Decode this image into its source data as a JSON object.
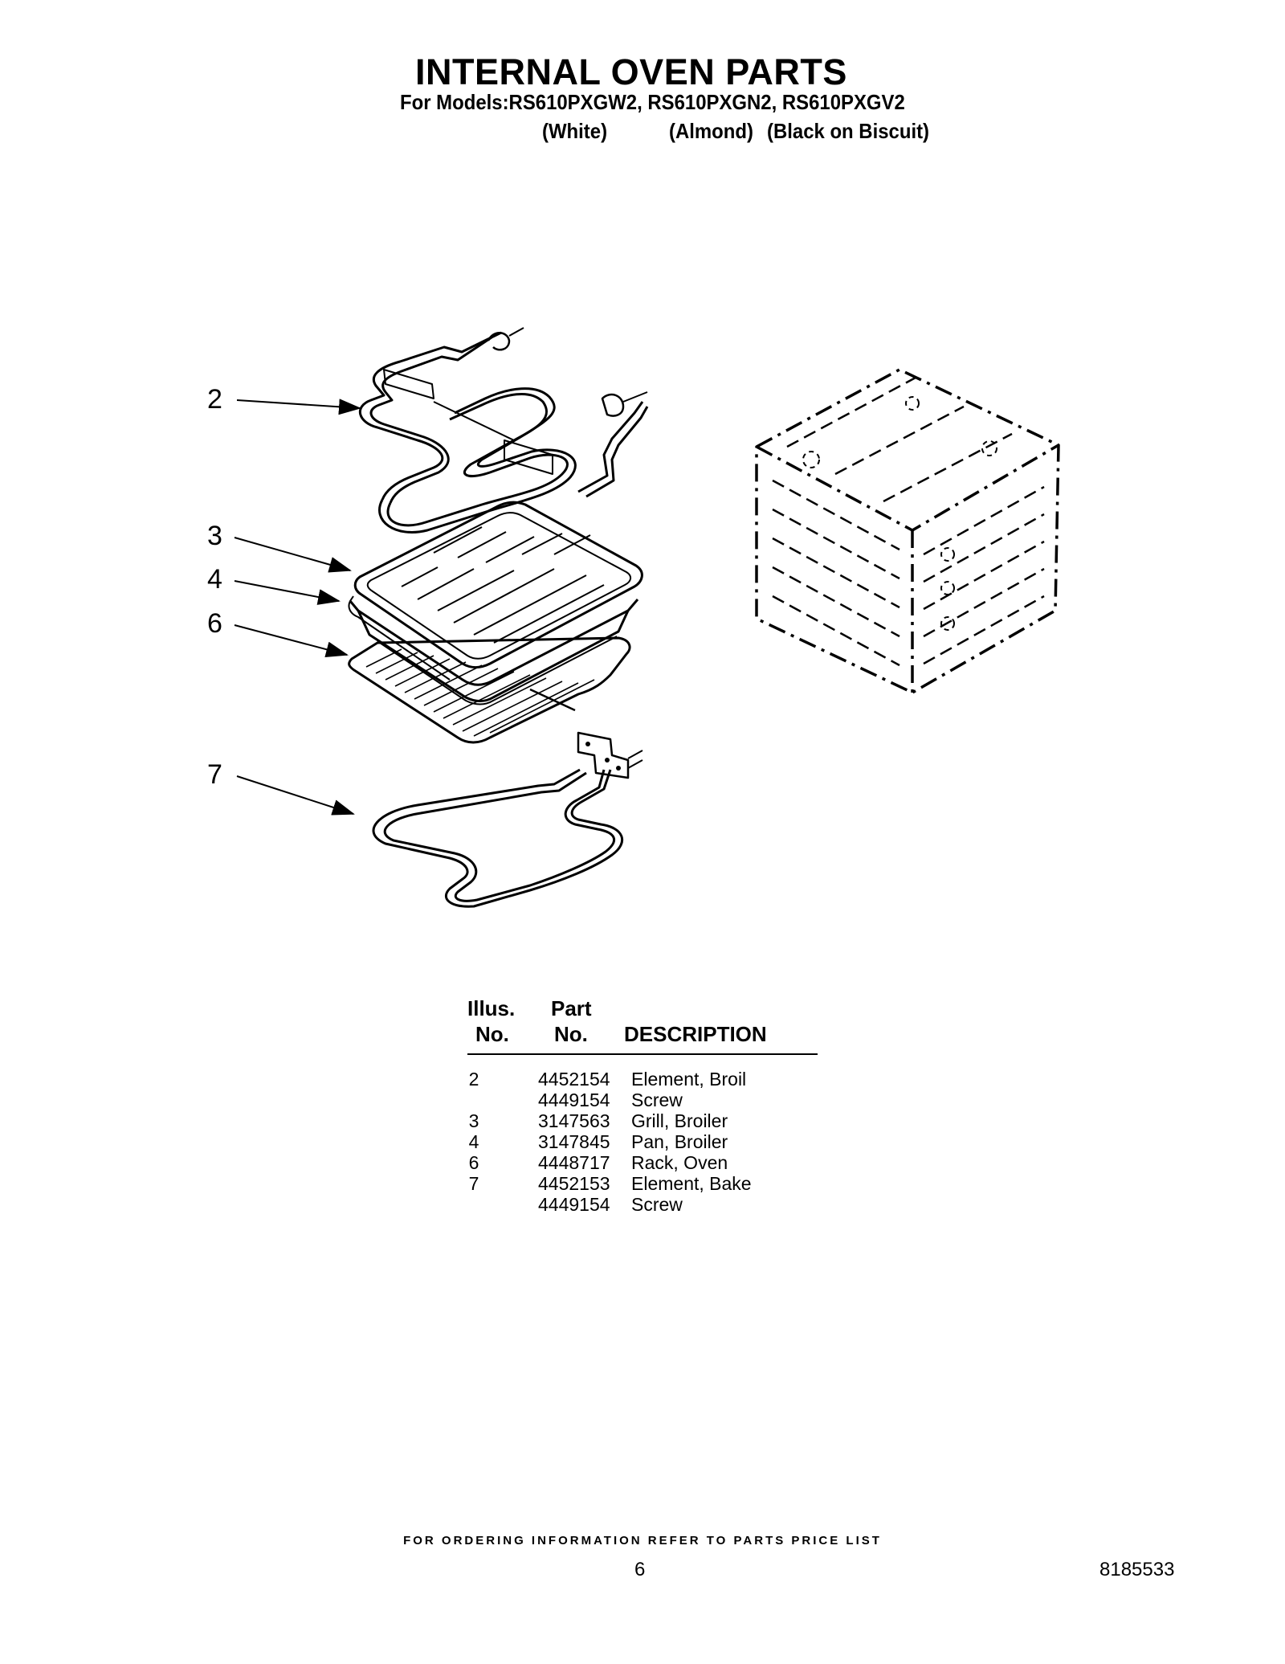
{
  "header": {
    "title": "INTERNAL OVEN PARTS",
    "models_line": "For Models:RS610PXGW2, RS610PXGN2, RS610PXGV2",
    "colors": [
      "(White)",
      "(Almond)",
      "(Black on Biscuit)"
    ]
  },
  "diagram": {
    "callouts": [
      "2",
      "3",
      "4",
      "6",
      "7"
    ]
  },
  "table": {
    "headers": {
      "illus_line1": "Illus.",
      "illus_line2": "No.",
      "part_line1": "Part",
      "part_line2": "No.",
      "description": "DESCRIPTION"
    },
    "rows": [
      {
        "illus": "2",
        "part": "4452154",
        "description": "Element, Broil"
      },
      {
        "illus": "",
        "part": "4449154",
        "description": "Screw"
      },
      {
        "illus": "3",
        "part": "3147563",
        "description": "Grill, Broiler"
      },
      {
        "illus": "4",
        "part": "3147845",
        "description": "Pan, Broiler"
      },
      {
        "illus": "6",
        "part": "4448717",
        "description": "Rack, Oven"
      },
      {
        "illus": "7",
        "part": "4452153",
        "description": "Element, Bake"
      },
      {
        "illus": "",
        "part": "4449154",
        "description": "Screw"
      }
    ]
  },
  "footer": {
    "notice": "FOR ORDERING INFORMATION REFER TO PARTS PRICE LIST",
    "page_number": "6",
    "doc_number": "8185533"
  }
}
